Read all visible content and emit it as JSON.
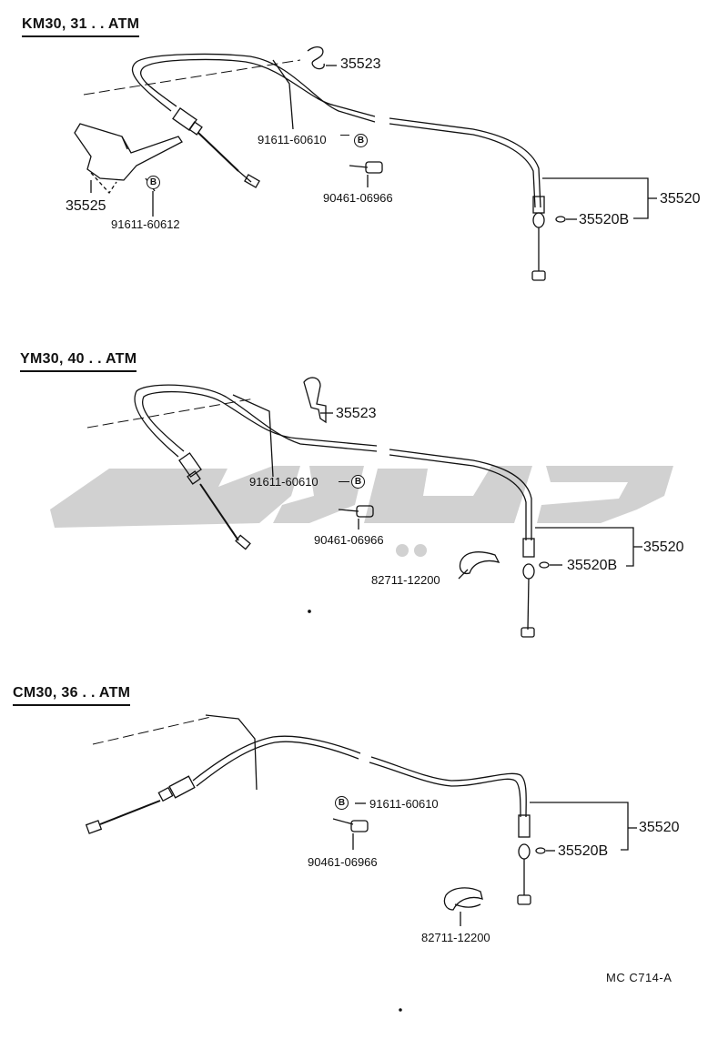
{
  "sections": [
    {
      "title": "KM30, 31 . . ATM",
      "labels": {
        "p35523": "35523",
        "p91611_a": "91611-60610",
        "p90461": "90461-06966",
        "p35525": "35525",
        "p91611_b": "91611-60612",
        "p35520": "35520",
        "p35520b": "35520B"
      }
    },
    {
      "title": "YM30, 40 . . ATM",
      "labels": {
        "p35523": "35523",
        "p91611": "91611-60610",
        "p90461": "90461-06966",
        "p82711": "82711-12200",
        "p35520": "35520",
        "p35520b": "35520B"
      }
    },
    {
      "title": "CM30, 36 . . ATM",
      "labels": {
        "p91611": "91611-60610",
        "p90461": "90461-06966",
        "p82711": "82711-12200",
        "p35520": "35520",
        "p35520b": "35520B"
      }
    }
  ],
  "symbol_letter": "B",
  "footer_code": "MC  C714-A"
}
